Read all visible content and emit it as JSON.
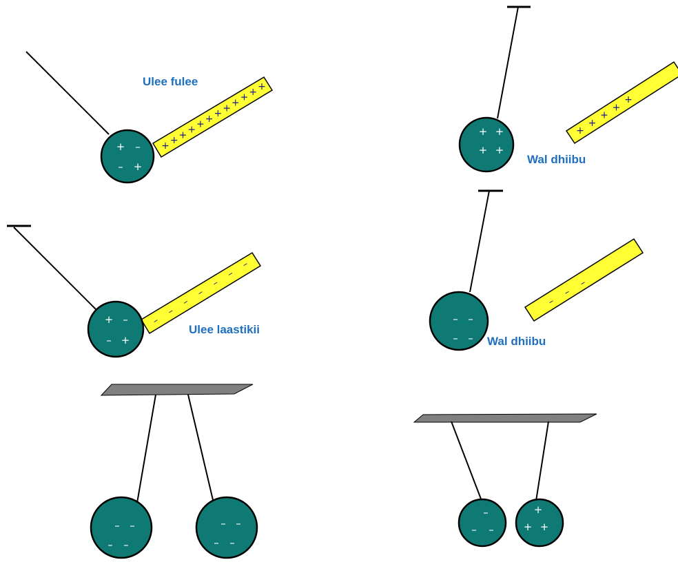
{
  "colors": {
    "ball_fill": "#0f7a74",
    "rod_fill": "#ffff33",
    "plate_fill": "#808080",
    "label_text": "#1f6fbf",
    "rod_sign": "#1a1a80",
    "ball_sign": "#ffffff",
    "line": "#000000"
  },
  "labels": {
    "panel1": "Ulee fulee",
    "panel2": "Wal dhiibu",
    "panel3": "Ulee laastikii",
    "panel4": "Wal dhiibu"
  },
  "ball_charges": {
    "panel1": [
      "+",
      "–",
      "–",
      "+"
    ],
    "panel2": [
      "+",
      "+",
      "+",
      "+"
    ],
    "panel3": [
      "+",
      "–",
      "–",
      "+"
    ],
    "panel4": [
      "–",
      "–",
      "–",
      "–"
    ],
    "panel5_left": [
      "–",
      "–",
      "–",
      "–"
    ],
    "panel5_right": [
      "–",
      "–",
      "–",
      "–"
    ],
    "panel6_left": [
      "–",
      "–",
      "–"
    ],
    "panel6_right": [
      "+",
      "+",
      "+"
    ]
  },
  "rod_charges": {
    "panel1": "+",
    "panel2": "+",
    "panel3": "–",
    "panel4": "–"
  },
  "icons": {
    "ball": "charged-sphere-icon",
    "rod": "charged-rod-icon",
    "plate": "support-plate-icon"
  }
}
